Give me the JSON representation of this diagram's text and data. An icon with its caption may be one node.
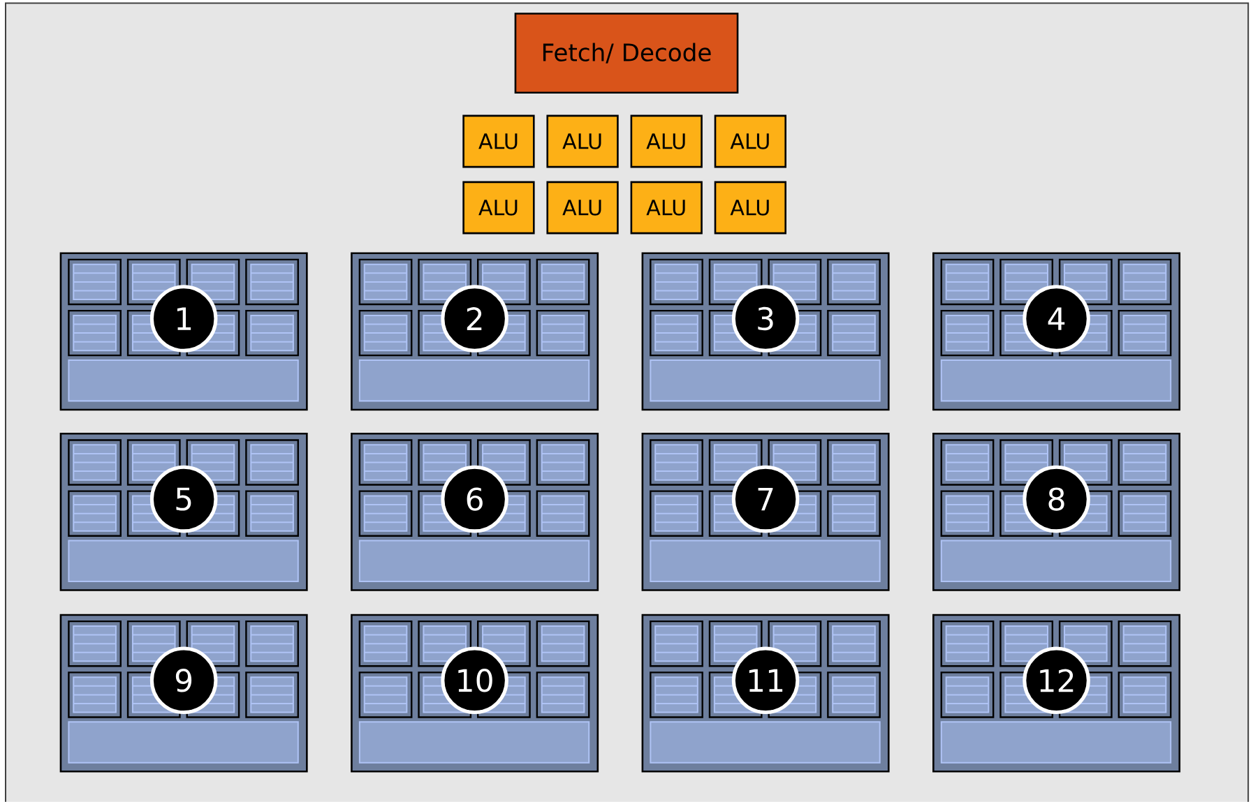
{
  "diagram": {
    "nodes": [
      {
        "text": [
          "Fetch/ Decode"
        ]
      },
      {
        "text": [
          "ALU"
        ]
      },
      {
        "text": [
          "ALU"
        ]
      },
      {
        "text": [
          "ALU"
        ]
      },
      {
        "text": [
          "ALU"
        ]
      },
      {
        "text": [
          "ALU"
        ]
      },
      {
        "text": [
          "ALU"
        ]
      },
      {
        "text": [
          "ALU"
        ]
      },
      {
        "text": [
          "ALU"
        ]
      },
      {
        "text": [],
        "shape": "box"
      },
      {
        "text": [
          "1"
        ],
        "in": 9
      },
      {
        "text": [],
        "shape": "box"
      },
      {
        "text": [
          "2"
        ],
        "in": 11
      },
      {
        "text": [],
        "shape": "box"
      },
      {
        "text": [
          "3"
        ],
        "in": 13
      },
      {
        "text": [],
        "shape": "box"
      },
      {
        "text": [
          "4"
        ],
        "in": 15
      },
      {
        "text": [],
        "shape": "box"
      },
      {
        "text": [
          "5"
        ],
        "in": 17
      },
      {
        "text": [],
        "shape": "box"
      },
      {
        "text": [
          "6"
        ],
        "in": 19
      },
      {
        "text": [],
        "shape": "box"
      },
      {
        "text": [
          "7"
        ],
        "in": 21
      },
      {
        "text": [],
        "shape": "box"
      },
      {
        "text": [
          "8"
        ],
        "in": 23
      },
      {
        "text": [],
        "shape": "box"
      },
      {
        "text": [
          "9"
        ],
        "in": 25
      },
      {
        "text": [],
        "shape": "box"
      },
      {
        "text": [
          "10"
        ],
        "in": 27
      },
      {
        "text": [],
        "shape": "box"
      },
      {
        "text": [
          "11"
        ],
        "in": 29
      },
      {
        "text": [],
        "shape": "box"
      },
      {
        "text": [
          "12"
        ],
        "in": 31
      }
    ]
  }
}
